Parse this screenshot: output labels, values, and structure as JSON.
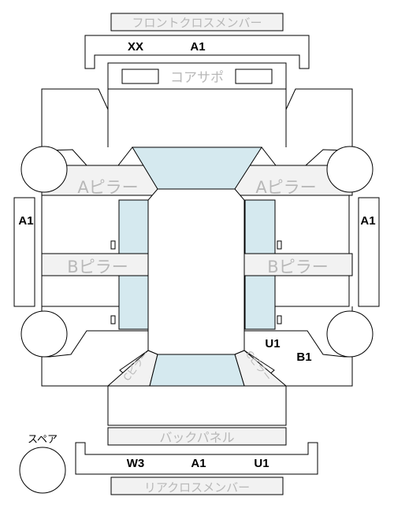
{
  "labels": {
    "front_cross_member": "フロントクロスメンバー",
    "core_support": "コアサポ",
    "a_pillar_left": "Aピラー",
    "a_pillar_right": "Aピラー",
    "b_pillar_left": "Bピラー",
    "b_pillar_right": "Bピラー",
    "c_pillar_left": "Cピラー",
    "c_pillar_right": "Cピラー",
    "back_panel": "バックパネル",
    "rear_cross_member": "リアクロスメンバー",
    "spare": "スペア"
  },
  "codes": {
    "front_cross_member": [
      "XX",
      "A1"
    ],
    "left_side": "A1",
    "right_side": "A1",
    "right_rear_1": "U1",
    "right_rear_2": "B1",
    "rear_cross_member": [
      "W3",
      "A1",
      "U1"
    ]
  },
  "colors": {
    "outline": "#000000",
    "glass": "#d5e9ef",
    "label_box": "#f2f2f2",
    "label_text": "#b8b8b8"
  }
}
